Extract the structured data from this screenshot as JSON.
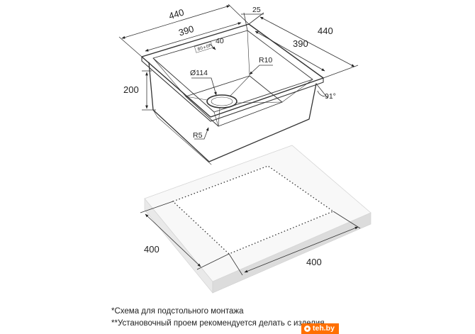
{
  "sink": {
    "outer_width": "440",
    "outer_depth": "440",
    "inner_width": "390",
    "inner_depth": "390",
    "rim": "25",
    "offset": "40",
    "height": "200",
    "drain_diameter": "Ø114",
    "corner_radius_top": "R10",
    "corner_radius_bottom": "R5",
    "angle": "91°",
    "plate_marking": "80+0F"
  },
  "cutout": {
    "width": "400",
    "depth": "400"
  },
  "notes": {
    "note1": "*Схема для подстольного монтажа",
    "note2": "**Установочный проем рекомендуется делать с изделия"
  },
  "watermark": {
    "text": "teh.by",
    "color": "#ff6f00"
  }
}
